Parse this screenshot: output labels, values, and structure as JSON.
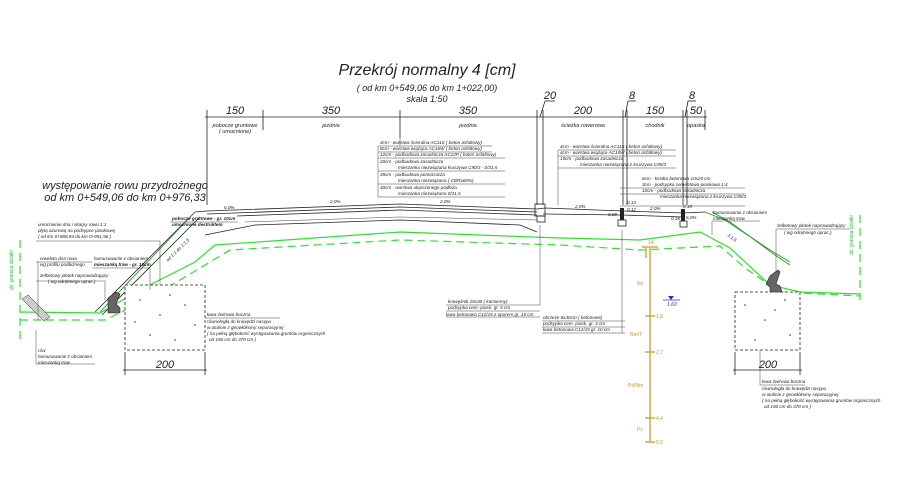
{
  "title": "Przekrój normalny 4 [cm]",
  "subtitle": "( od km 0+549,06 do km 1+022,00)",
  "scale": "skala 1:50",
  "ditch_note": {
    "line1": "występowanie rowu przydrożnego",
    "line2": "od km 0+549,06 do km 0+976,33"
  },
  "dimensions": [
    {
      "value": "150",
      "label": "pobocze gruntowe",
      "label2": "( umocnione)"
    },
    {
      "value": "350",
      "label": "jezdnia"
    },
    {
      "value": "350",
      "label": "jezdnia"
    },
    {
      "value": "20"
    },
    {
      "value": "200",
      "label": "ścieżka rowerowa"
    },
    {
      "value": "8"
    },
    {
      "value": "150",
      "label": "chodnik"
    },
    {
      "value": "8"
    },
    {
      "value": "50",
      "label": "opaska"
    }
  ],
  "road_layers": [
    "4cm  - warstwa ścieralna AC11S  ( beton asfaltowy)",
    "8cm  - warstwa wiążąca AC16W  ( beton asfaltowy)",
    "12cm - podbudowa zasadnicza AC22P  ( beton asfaltowy)",
    "20cm  - podbudowa zasadnicza",
    "mieszanka niezwiązana kruszywa C90/3 - 0/31,5",
    "35cm  - podbudowa pomocnicza",
    "mieszanka niezwiązana  ( CBR≥60%)",
    "40cm  - warstwa ulepszonego podłoża",
    "mieszanka niezwiązana 0/31,5"
  ],
  "bike_layers": [
    "4cm  - warstwa ścieralna AC11S  ( beton asfaltowy)",
    "4cm  - warstwa wiążąca AC16W  ( beton asfaltowy)",
    "15cm  - podbudowa zasadnicza",
    "mieszanka niezwiązana z kruszywa C90/3"
  ],
  "sidewalk_layers": [
    "6cm  - kostka betonowa 10x20 cm",
    "3cm  - podsypka cementowo-piaskowa 1:4",
    "10cm  - podbudowa zasadnicza",
    "mieszanka niezwiązana z kruszywa C90/3"
  ],
  "left_notes": {
    "ditch_lining": [
      "umocnienie dna i skarpy rowu 1:1",
      "płytą ażurową na podsypce piaskowej",
      "( od km 0+888,94 do km 0+951,56 )"
    ],
    "ditch_level": [
      "niweleta dna rowu",
      "wg profilu podłużnego"
    ],
    "humus": [
      "humusowanie z obsianiem",
      "mieszanką traw - gr. 10cm"
    ],
    "fence": [
      "żelbetowy płotek naprowadzający",
      "( wg odrębnego oprac.)"
    ],
    "shoulder": [
      "pobocze gruntowe - gr. 10cm",
      "umocnione destruktem"
    ],
    "ditch": [
      "rów",
      "humusowanie z obsianiem",
      "mieszanką traw"
    ],
    "slope": "od 1:1 do 1:1,5",
    "boundary": "dz. granica działki"
  },
  "gravel_note": [
    "ława żwirowa boczna",
    "równoległa do krawędzi nasypu",
    "w otulinie z geowłókniny separacyjnej",
    "( na pełną  głębokość występowania gruntów organicznych",
    "od 150 cm do 370 cm )"
  ],
  "curb_notes": {
    "curb": [
      "krawężnik 20x30  ( kamienny)",
      "podsypka cem.-piask. gr. 5 cm",
      "ława betonowa C12/15 z oporem gr. 15 cm"
    ],
    "edge": [
      "obrzeże 8x30cm  ( betonowe)",
      "podsypka cem.-piask. gr. 3 cm",
      "ława betonowa C12/15 gr. 10 cm"
    ]
  },
  "right_notes": {
    "humus": [
      "humusowanie z obsianiem",
      "mieszanką traw"
    ],
    "fence": [
      "żelbetowy płotek naprowadzający",
      "( wg odrębnego oprac.)"
    ],
    "slope": "1:1,5",
    "boundary": "dz. granica działki"
  },
  "slopes": {
    "shoulder_left": "6,0%",
    "road_left": "2,0%",
    "road_right": "2,0%",
    "bike": "2,0%",
    "sidewalk": "2,0%",
    "band": "6,0%"
  },
  "levels": {
    "a": "0,09",
    "b": "0,13",
    "c": "0,12",
    "d": "0,18",
    "e": "0,19"
  },
  "borehole": {
    "id": "14",
    "water": "1,60",
    "depths": [
      "1,8",
      "2,7",
      "4,4",
      "5,0"
    ],
    "soils": [
      "Nn",
      "Nm/T",
      "Pd/Nm",
      "Ps"
    ]
  },
  "gravel_width_left": "200",
  "gravel_width_right": "200",
  "colors": {
    "terrain": "#33dd33",
    "borehole": "#d4a23a",
    "water": "#2233cc",
    "lines": "#222222"
  }
}
